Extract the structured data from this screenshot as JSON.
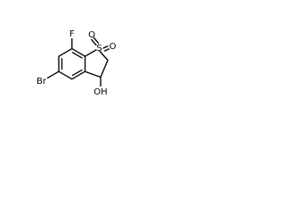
{
  "structure": {
    "atoms": {
      "fluorine": "F",
      "sulfur": "S",
      "oxygen_top": "O",
      "oxygen_right": "O",
      "bromine": "Br",
      "hydroxyl": "OH"
    }
  }
}
